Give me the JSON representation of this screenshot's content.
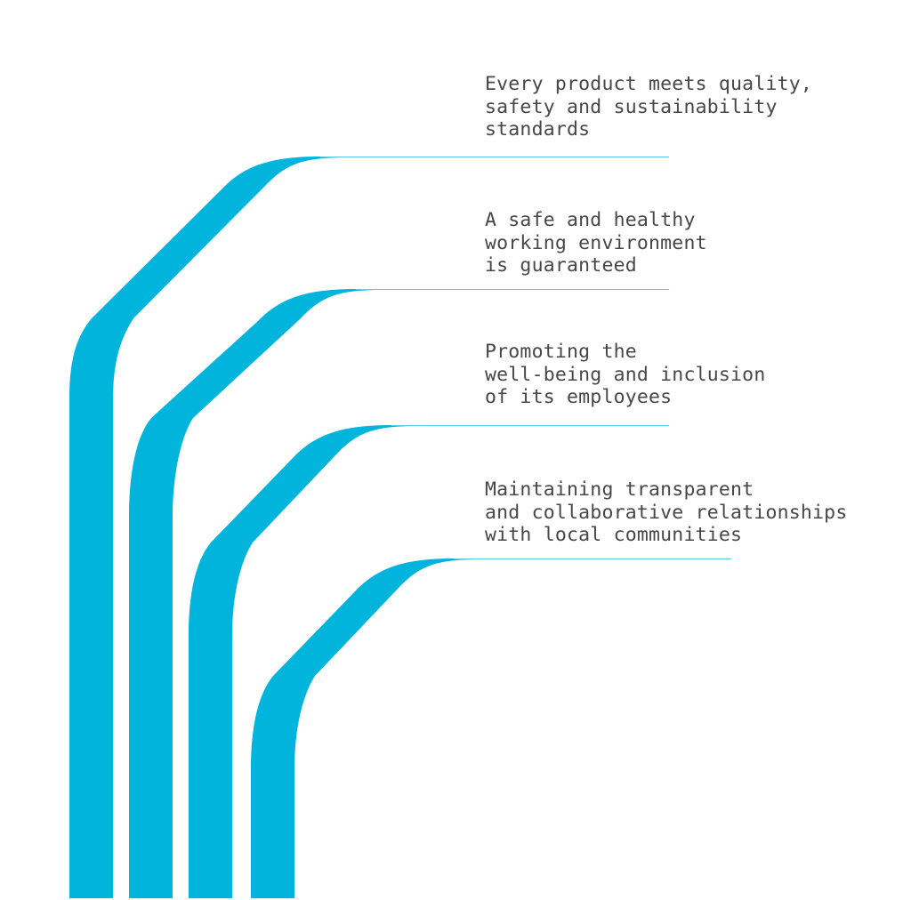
{
  "colors": {
    "ribbon": "#00b4db",
    "line": "#5ccbe8",
    "text": "#474747"
  },
  "items": [
    {
      "lines": [
        "Every product meets quality,",
        "safety and sustainability",
        "standards"
      ]
    },
    {
      "lines": [
        "A safe and healthy",
        "working environment",
        "is guaranteed"
      ]
    },
    {
      "lines": [
        "Promoting the",
        "well-being and inclusion",
        "of its employees"
      ]
    },
    {
      "lines": [
        "Maintaining transparent",
        "and collaborative relationships",
        "with local communities"
      ]
    }
  ]
}
